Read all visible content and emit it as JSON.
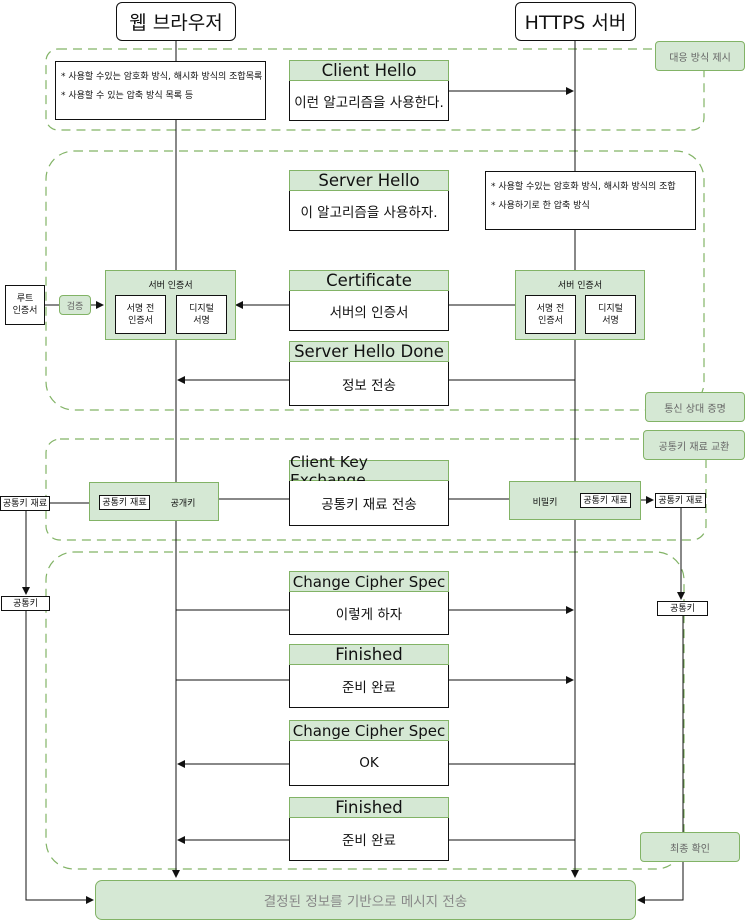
{
  "actors": {
    "client": "웹 브라우저",
    "server": "HTTPS 서버"
  },
  "phases": {
    "negotiation": "대응 방식 제시",
    "auth": "통신 상대 증명",
    "key_exchange": "공통키 재료 교환",
    "final_check": "최종 확인"
  },
  "notes": {
    "client_hello": [
      "* 사용할 수있는 암호화 방식, 해시화 방식의 조합목록",
      "* 사용할 수 있는 압축 방식 목록 등"
    ],
    "server_hello": [
      "* 사용할 수있는 암호화 방식, 해시화 방식의 조합",
      "* 사용하기로 한 압축 방식"
    ]
  },
  "messages": [
    {
      "title": "Client Hello",
      "body": "이런 알고리즘을 사용한다."
    },
    {
      "title": "Server Hello",
      "body": "이 알고리즘을 사용하자."
    },
    {
      "title": "Certificate",
      "body": "서버의 인증서"
    },
    {
      "title": "Server Hello Done",
      "body": "정보 전송"
    },
    {
      "title": "Client Key Exchange",
      "body": "공통키 재료 전송"
    },
    {
      "title": "Change Cipher Spec",
      "body": "이렇게 하자"
    },
    {
      "title": "Finished",
      "body": "준비 완료"
    },
    {
      "title": "Change Cipher Spec",
      "body": "OK"
    },
    {
      "title": "Finished",
      "body": "준비 완료"
    }
  ],
  "certificate": {
    "container": "서버 인증서",
    "pre_sign": "서명 전\n인증서",
    "signature": "디지털\n서명",
    "root": "루트\n인증서",
    "verify": "검증"
  },
  "keys": {
    "material": "공통키 재료",
    "public_key": "공개키",
    "private_key": "비밀키",
    "common_key": "공통키"
  },
  "final": "결정된 정보를 기반으로 메시지 전송"
}
